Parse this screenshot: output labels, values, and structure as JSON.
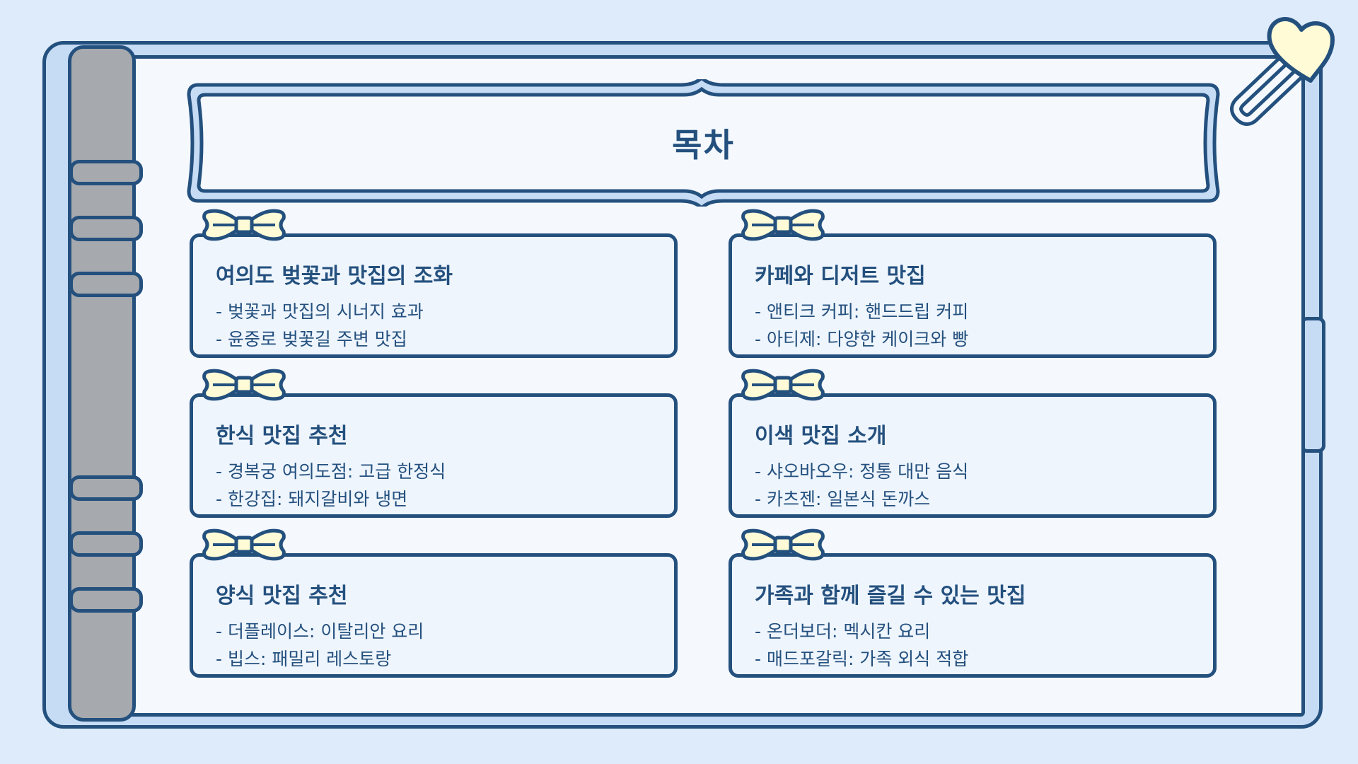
{
  "title": "목차",
  "sections": [
    {
      "title": "여의도 벚꽃과 맛집의 조화",
      "items": [
        "- 벚꽃과 맛집의 시너지 효과",
        "- 윤중로 벚꽃길 주변 맛집"
      ]
    },
    {
      "title": "카페와 디저트 맛집",
      "items": [
        "- 앤티크 커피: 핸드드립 커피",
        "- 아티제: 다양한 케이크와 빵"
      ]
    },
    {
      "title": "한식 맛집 추천",
      "items": [
        "- 경복궁 여의도점: 고급 한정식",
        "- 한강집: 돼지갈비와 냉면"
      ]
    },
    {
      "title": "이색 맛집 소개",
      "items": [
        "- 샤오바오우: 정통 대만 음식",
        "- 카츠젠: 일본식 돈까스"
      ]
    },
    {
      "title": "양식 맛집 추천",
      "items": [
        "- 더플레이스: 이탈리안 요리",
        "- 빕스: 패밀리 레스토랑"
      ]
    },
    {
      "title": "가족과 함께 즐길 수 있는 맛집",
      "items": [
        "- 온더보더: 멕시칸 요리",
        "- 매드포갈릭: 가족 외식 적합"
      ]
    }
  ],
  "colors": {
    "outline": "#24507e",
    "background": "#deebfb",
    "page": "#f5f9fe",
    "card": "#eef5fd",
    "bow": "#fefbd6",
    "spine": "#a6a9ad"
  },
  "icons": {
    "bow": "bow-icon",
    "clip": "heart-clip-icon",
    "binder_ring": "binder-ring-icon"
  }
}
